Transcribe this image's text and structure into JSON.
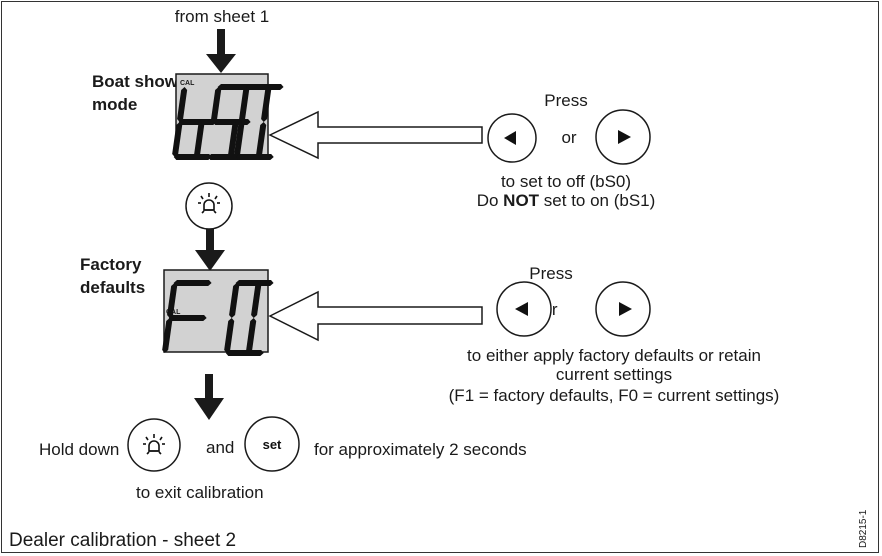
{
  "top_label": "from sheet 1",
  "section1": {
    "label_line1": "Boat show",
    "label_line2": "mode",
    "display_tag": "CAL",
    "display_value": "bS0",
    "press_label": "Press",
    "or_label": "or",
    "instruction_line1": "to set to off (bS0)",
    "instruction_line2_pre": "Do",
    "instruction_line2_bold": "NOT",
    "instruction_line2_post": "set to on (bS1)"
  },
  "section2": {
    "label_line1": "Factory",
    "label_line2": "defaults",
    "display_tag": "CAL",
    "display_value": "F 0",
    "press_label": "Press",
    "or_label": "or",
    "instruction_line1": "to either apply factory defaults or retain",
    "instruction_line2": "current settings",
    "instruction_line3": "(F1 = factory defaults, F0 = current settings)"
  },
  "bottom": {
    "hold_label": "Hold down",
    "and_label": "and",
    "set_button_label": "set",
    "duration_label": "for approximately 2 seconds",
    "exit_label": "to exit calibration"
  },
  "footer_title": "Dealer calibration - sheet 2",
  "figure_id": "D8215-1",
  "icons": {
    "left_button": "left-arrow-icon",
    "right_button": "right-arrow-icon",
    "light_button": "lamp-icon"
  },
  "colors": {
    "display_bg": "#d2d2d2",
    "line": "#1a1a1a"
  }
}
